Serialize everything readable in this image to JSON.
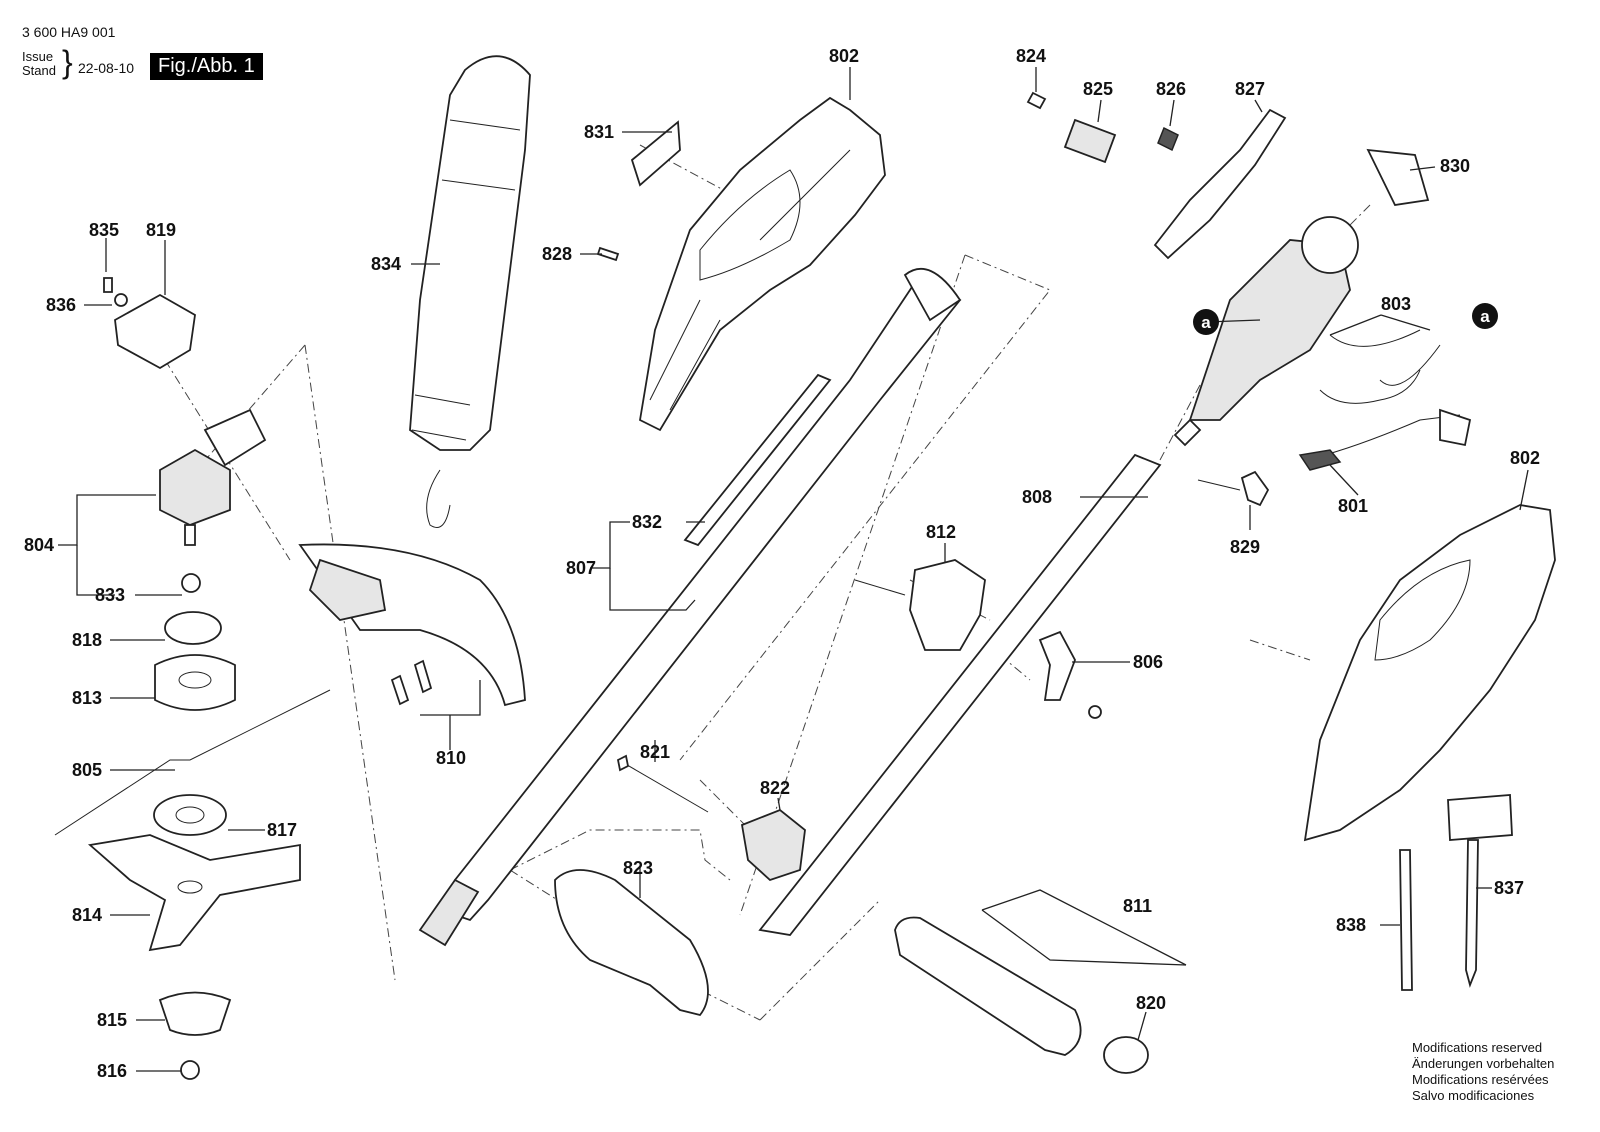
{
  "header": {
    "doc_code": "3 600 HA9 001",
    "issue_label": "Issue",
    "stand_label": "Stand",
    "issue_date": "22-08-10",
    "figure_label": "Fig./Abb. 1"
  },
  "callouts": {
    "c801": "801",
    "c802a": "802",
    "c802b": "802",
    "c803": "803",
    "c804": "804",
    "c805": "805",
    "c806": "806",
    "c807": "807",
    "c808": "808",
    "c810": "810",
    "c811": "811",
    "c812": "812",
    "c813": "813",
    "c814": "814",
    "c815": "815",
    "c816": "816",
    "c817": "817",
    "c818": "818",
    "c819": "819",
    "c820": "820",
    "c821": "821",
    "c822": "822",
    "c823": "823",
    "c824": "824",
    "c825": "825",
    "c826": "826",
    "c827": "827",
    "c828": "828",
    "c829": "829",
    "c830": "830",
    "c831": "831",
    "c832": "832",
    "c833": "833",
    "c834": "834",
    "c835": "835",
    "c836": "836",
    "c837": "837",
    "c838": "838"
  },
  "markers": {
    "a_left": "a",
    "a_right": "a"
  },
  "notes": [
    "Modifications reserved",
    "Änderungen vorbehalten",
    "Modifications resérvées",
    "Salvo modificaciones"
  ]
}
